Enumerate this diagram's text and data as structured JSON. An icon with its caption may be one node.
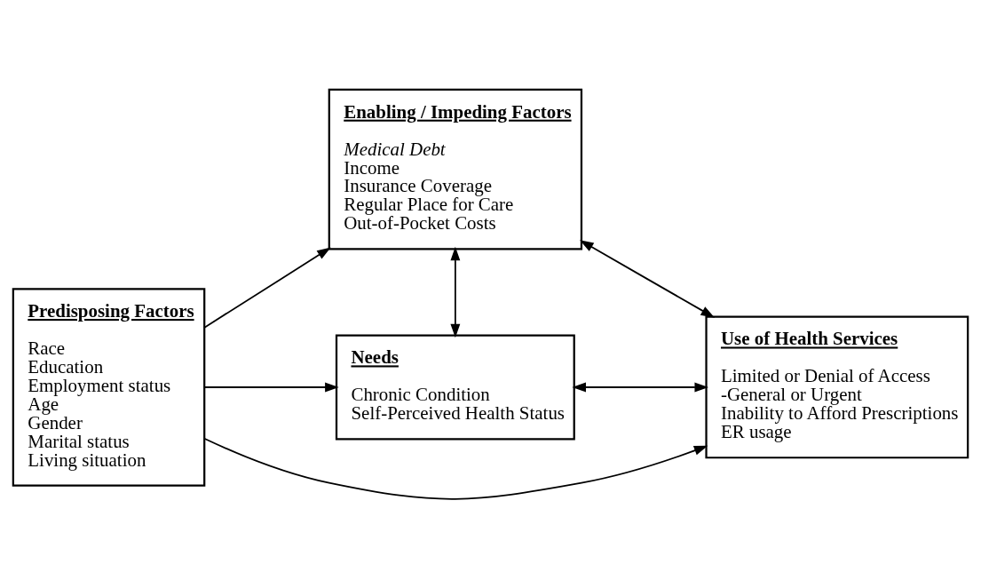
{
  "diagram": {
    "nodes": [
      {
        "text": [
          "Predisposing Factors",
          "Race",
          "Education",
          "Employment status",
          "Age",
          "Gender",
          "Marital status",
          "Living situation"
        ]
      },
      {
        "text": [
          "Enabling / Impeding Factors",
          "Medical Debt",
          "Income",
          "Insurance Coverage",
          "Regular Place for Care",
          "Out-of-Pocket Costs"
        ]
      },
      {
        "text": [
          "Needs",
          "Chronic Condition",
          "Self-Perceived Health Status"
        ]
      },
      {
        "text": [
          "Use of Health Services",
          "Limited or Denial of Access",
          "-General or Urgent",
          "Inability to Afford Prescriptions",
          "ER usage"
        ]
      }
    ],
    "edges": [
      {
        "from": 0,
        "to": 1,
        "arrow": "to"
      },
      {
        "from": 0,
        "to": 3,
        "arrow": "to"
      },
      {
        "from": 0,
        "to": 2,
        "arrow": "to"
      },
      {
        "from": 1,
        "to": 2,
        "arrow": "both"
      },
      {
        "from": 1,
        "to": 3,
        "arrow": "both"
      },
      {
        "from": 2,
        "to": 3,
        "arrow": "both"
      }
    ]
  }
}
